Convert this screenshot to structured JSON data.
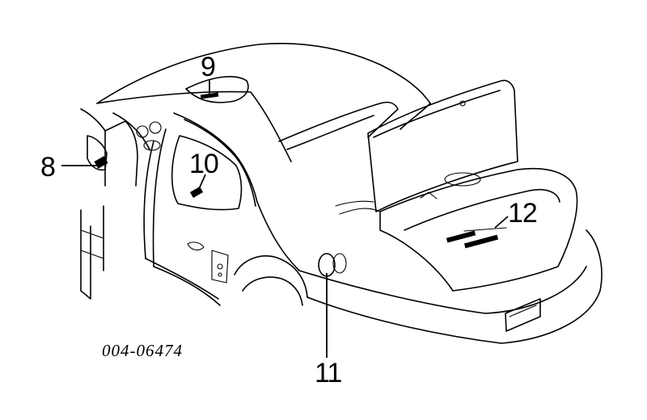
{
  "diagram": {
    "callouts": [
      {
        "id": "8",
        "text": "8"
      },
      {
        "id": "9",
        "text": "9"
      },
      {
        "id": "10",
        "text": "10"
      },
      {
        "id": "11",
        "text": "11"
      },
      {
        "id": "12",
        "text": "12"
      }
    ],
    "part_number": "004-06474"
  }
}
